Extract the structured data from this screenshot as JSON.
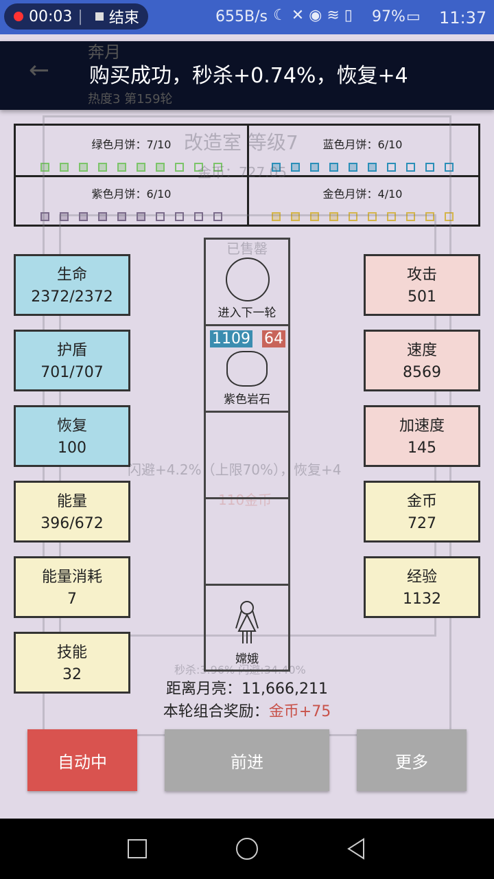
{
  "status_bar": {
    "rec_time": "00:03",
    "rec_stop": "结束",
    "net_speed": "655B/s",
    "battery": "97%",
    "time": "11:37"
  },
  "header": {
    "title": "奔月",
    "subtitle": "热度3 第159轮",
    "toast": "购买成功，秒杀+0.74%，恢复+4"
  },
  "overlay": {
    "shop_title": "改造室 等级7",
    "shop_gold": "金币：727.05",
    "item_desc": "闪避+4.2%（上限70%），恢复+4",
    "item_price": "110金币",
    "sold_out": "已售罄",
    "stats_line": "秒杀:3.96% 闪避:34.40%"
  },
  "mooncakes": [
    {
      "label": "绿色月饼：7/10",
      "have": 7,
      "color": "#7cc46a"
    },
    {
      "label": "蓝色月饼：6/10",
      "have": 6,
      "color": "#2a8fb8"
    },
    {
      "label": "紫色月饼：6/10",
      "have": 6,
      "color": "#7a6a8a"
    },
    {
      "label": "金色月饼：4/10",
      "have": 4,
      "color": "#d4b54a"
    }
  ],
  "left_stats": [
    {
      "name": "生命",
      "value": "2372/2372"
    },
    {
      "name": "护盾",
      "value": "701/707"
    },
    {
      "name": "恢复",
      "value": "100"
    },
    {
      "name": "能量",
      "value": "396/672"
    },
    {
      "name": "能量消耗",
      "value": "7"
    },
    {
      "name": "技能",
      "value": "32"
    }
  ],
  "right_stats": [
    {
      "name": "攻击",
      "value": "501"
    },
    {
      "name": "速度",
      "value": "8569"
    },
    {
      "name": "加速度",
      "value": "145"
    },
    {
      "name": "金币",
      "value": "727"
    },
    {
      "name": "经验",
      "value": "1132"
    }
  ],
  "column": {
    "next_label": "进入下一轮",
    "enemy_hp": "1109",
    "enemy_atk": "64",
    "enemy_name": "紫色岩石",
    "player_name": "嫦娥"
  },
  "footer": {
    "distance": "距离月亮：11,666,211",
    "bonus_label": "本轮组合奖励：",
    "bonus_value": "金币+75"
  },
  "buttons": {
    "auto": "自动中",
    "forward": "前进",
    "more": "更多"
  }
}
